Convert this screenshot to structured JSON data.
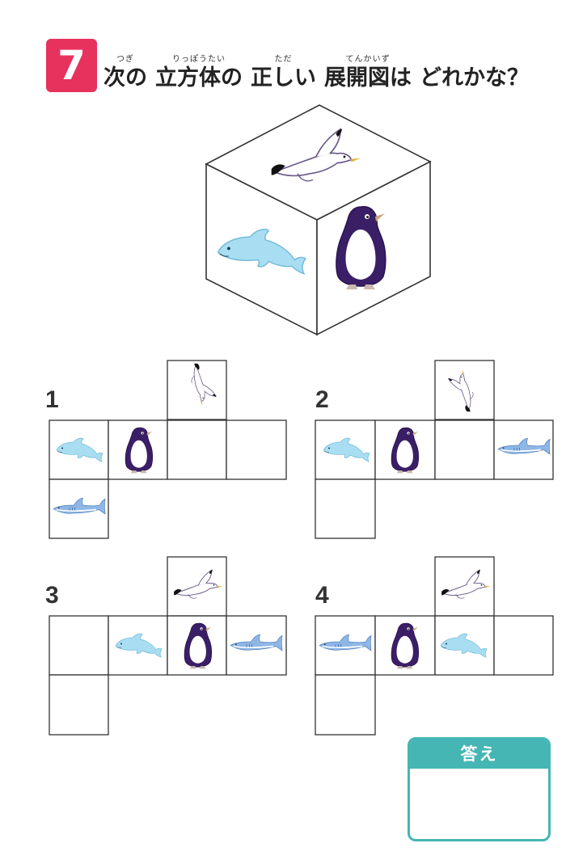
{
  "question": {
    "number": "7",
    "segments": [
      {
        "ruby": "つぎ",
        "text": "次の"
      },
      {
        "ruby": "りっぽうたい",
        "text": "立方体の"
      },
      {
        "ruby": "ただ",
        "text": "正しい"
      },
      {
        "ruby": "てんかいず",
        "text": "展開図は"
      },
      {
        "ruby": "",
        "text": "どれかな？"
      }
    ]
  },
  "cube": {
    "top_face": "seagull-icon",
    "left_face": "dolphin-icon",
    "right_face": "penguin-icon"
  },
  "options": [
    {
      "number": "1"
    },
    {
      "number": "2"
    },
    {
      "number": "3"
    },
    {
      "number": "4"
    }
  ],
  "answer_box": {
    "label": "答え",
    "value": ""
  },
  "colors": {
    "badge": "#e8325e",
    "answer_teal": "#45b6b4",
    "dolphin": "#a9def2",
    "shark": "#7fa9de",
    "penguin": "#3a1f66"
  }
}
